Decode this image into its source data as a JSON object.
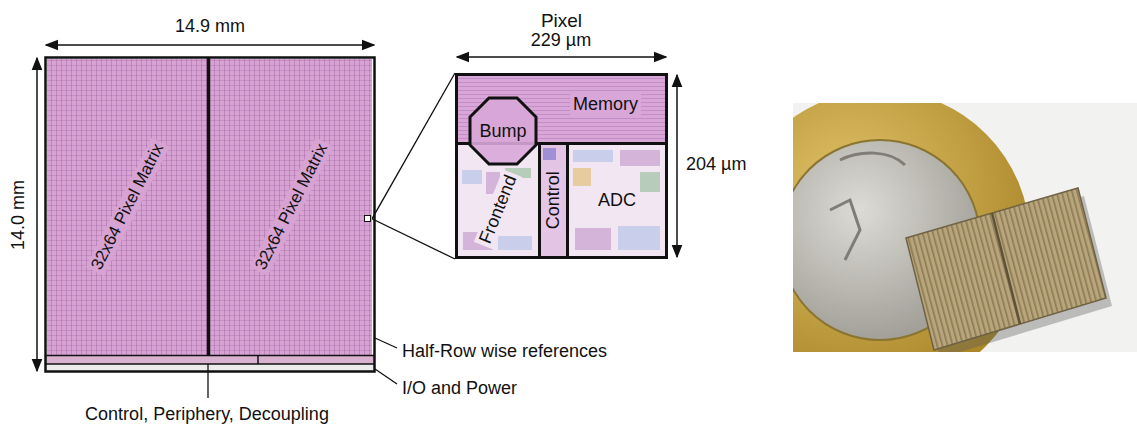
{
  "diagram": {
    "nodes": [
      {
        "text": [
          "32x64 Pixel Matrix"
        ]
      },
      {
        "text": [
          "32x64 Pixel Matrix"
        ]
      },
      {
        "text": [
          "Pixel"
        ]
      },
      {
        "text": [
          "Memory"
        ],
        "in": 2
      },
      {
        "text": [
          "Bump"
        ],
        "in": 2
      },
      {
        "text": [
          "Frontend"
        ],
        "in": 2
      },
      {
        "text": [
          "Control"
        ],
        "in": 2
      },
      {
        "text": [
          "ADC"
        ],
        "in": 2
      }
    ],
    "edges": [
      {
        "from": 1,
        "to": 2,
        "arrow": "none"
      }
    ],
    "labels": [
      "14.9 mm",
      "14.0 mm",
      "229 µm",
      "204 µm",
      "Half-Row wise references",
      "I/O and Power",
      "Control, Periphery, Decoupling"
    ]
  }
}
